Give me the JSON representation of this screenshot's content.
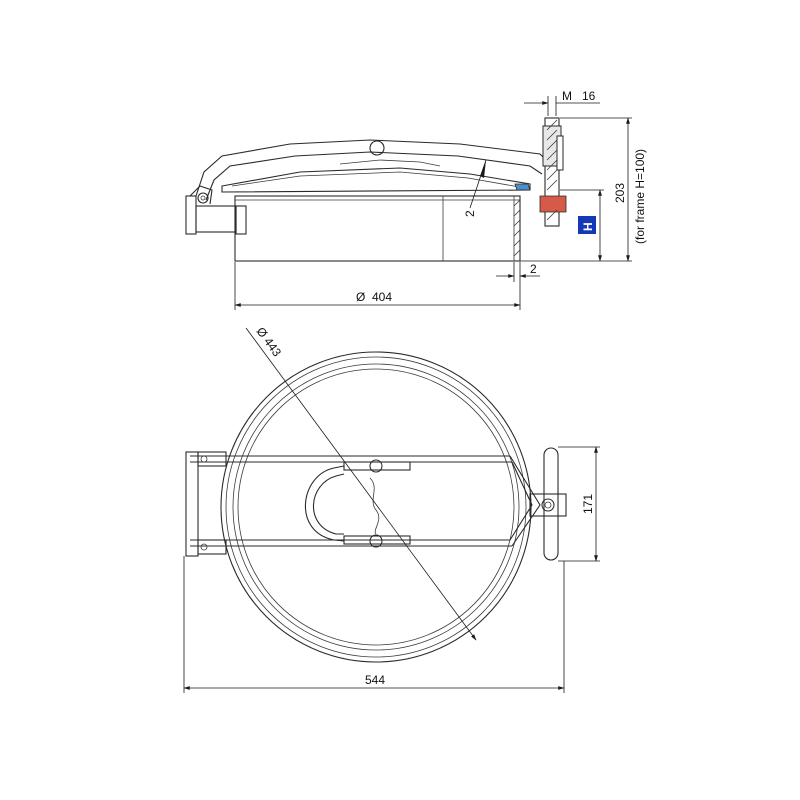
{
  "side_view": {
    "thread_label": "M   16",
    "height_label": "203",
    "frame_note": "(for frame H=100)",
    "thickness_label": "2",
    "wall_label": "2",
    "diameter_label": "Ø  404",
    "h_marker": "H",
    "h_marker_color": "#1438b8"
  },
  "top_view": {
    "outer_diameter_label": "Ø 443",
    "handle_span_label": "171",
    "overall_width_label": "544"
  }
}
